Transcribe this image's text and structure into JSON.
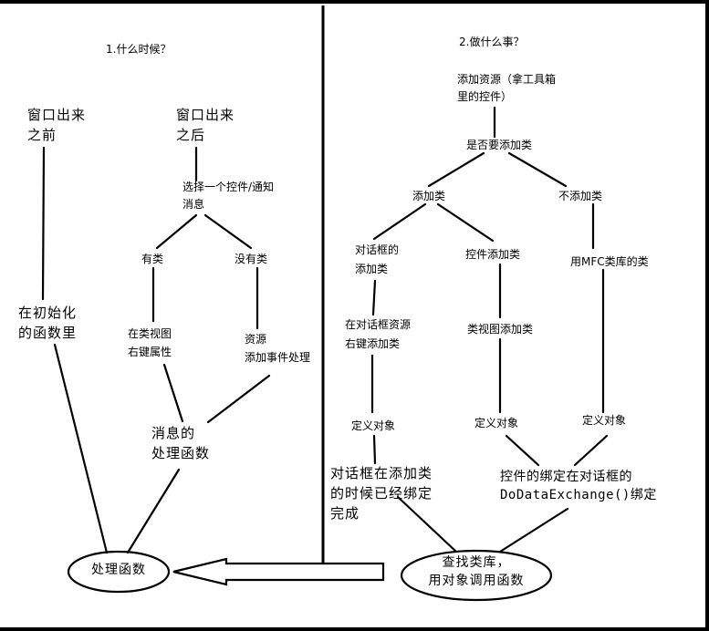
{
  "left": {
    "heading": "1.什么时候？",
    "before_window": "窗口出来\n之前",
    "after_window": "窗口出来\n之后",
    "select_control": "选择一个控件/通知\n消息",
    "has_class": "有类",
    "no_class": "没有类",
    "class_view": "在类视图\n右键属性",
    "resource": "资源\n添加事件处理",
    "init_func": "在初始化\n的函数里",
    "msg_handler": "消息的\n处理函数",
    "handler_ellipse": "处理函数"
  },
  "right": {
    "heading": "2.做什么事？",
    "add_resource": "添加资源（拿工具箱\n里的控件）",
    "need_class": "是否要添加类",
    "add_class": "添加类",
    "no_add_class": "不添加类",
    "dialog_add_class": "对话框的\n添加类",
    "control_add_class": "控件添加类",
    "mfc_class": "用MFC类库的类",
    "dialog_resource": "在对话框资源\n右键添加类",
    "classview_add": "类视图添加类",
    "define_obj_1": "定义对象",
    "define_obj_2": "定义对象",
    "define_obj_3": "定义对象",
    "dialog_bound": "对话框在添加类\n的时候已经绑定\n完成",
    "control_bind": "控件的绑定在对话框的\nDoDataExchange()绑定",
    "lookup_ellipse": "查找类库，\n用对象调用函数"
  }
}
